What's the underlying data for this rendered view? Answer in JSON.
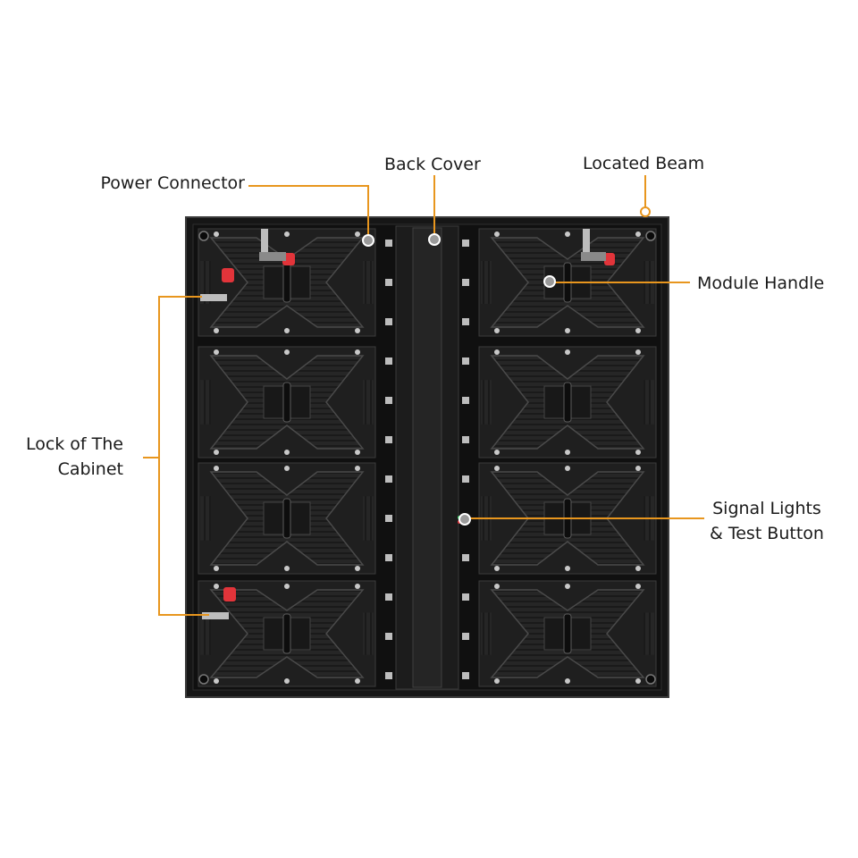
{
  "callouts": {
    "power_connector": "Power Connector",
    "back_cover": "Back Cover",
    "located_beam": "Located Beam",
    "module_handle": "Module Handle",
    "lock_line1": "Lock of The",
    "lock_line2": "Cabinet",
    "signal_line1": "Signal Lights",
    "signal_line2": "& Test Button"
  },
  "colors": {
    "leader": "#e8961e",
    "cabinet_frame": "#1b1b1b",
    "module": "#2a2a2a",
    "accent_red": "#e2343a",
    "hardware": "#c8c8c8"
  }
}
